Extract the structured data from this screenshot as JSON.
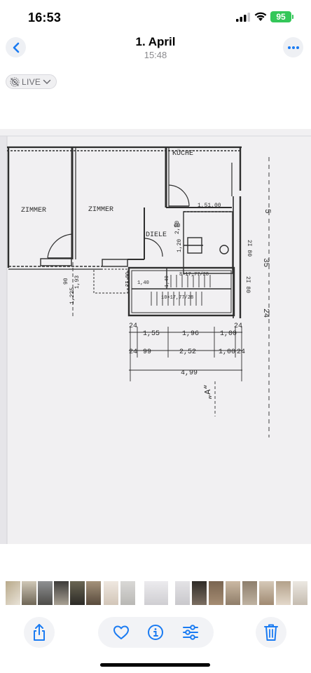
{
  "status_bar": {
    "time": "16:53",
    "battery": "95"
  },
  "nav": {
    "title": "1. April",
    "subtitle": "15:48"
  },
  "live_badge": {
    "label": "LIVE"
  },
  "plan": {
    "rooms": [
      "ZIMMER",
      "ZIMMER",
      "KÜCHE",
      "DIELE"
    ],
    "labels": [
      "1,51,00",
      "60",
      "2,80",
      "1,20",
      "2I 80",
      "1,40",
      "2I 80",
      "1,40",
      "2I 80",
      "8×17,77/28",
      "10×17,77/28",
      "1,225",
      "90",
      "1,93",
      "5",
      "35",
      "24"
    ],
    "dims_row1": [
      "24",
      "1,55",
      "1,96",
      "1,00",
      "24"
    ],
    "dims_row2": [
      "24",
      "99",
      "2,52",
      "1,00",
      "24"
    ],
    "dims_row3": [
      "4,99"
    ],
    "section_mark": "„A“"
  },
  "colors": {
    "accent": "#1a7bf2",
    "battery": "#34c759",
    "paper": "#f1f0f2",
    "ink": "#2a2a2a"
  }
}
